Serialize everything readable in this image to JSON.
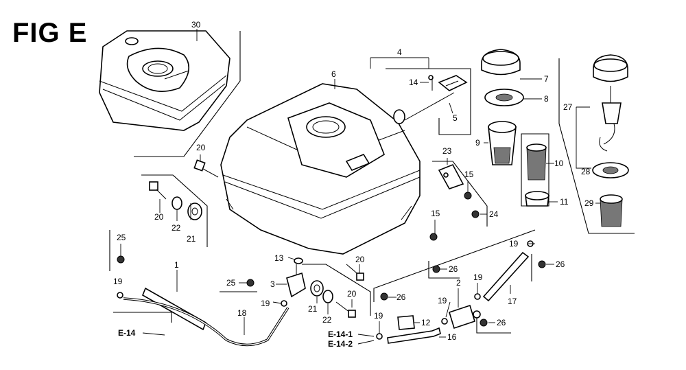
{
  "figure": {
    "title": "FIG E"
  },
  "callouts": {
    "n30": "30",
    "n4": "4",
    "n6": "6",
    "n7": "7",
    "n8": "8",
    "n14": "14",
    "n5": "5",
    "n9": "9",
    "n27": "27",
    "n10": "10",
    "n11": "11",
    "n28": "28",
    "n29": "29",
    "n20a": "20",
    "n23": "23",
    "n15a": "15",
    "n24": "24",
    "n20b": "20",
    "n22a": "22",
    "n21a": "21",
    "n15b": "15",
    "n25a": "25",
    "n1": "1",
    "n13": "13",
    "n20c": "20",
    "n19a": "19",
    "n25b": "25",
    "n3": "3",
    "n19b": "19",
    "n21b": "21",
    "n22b": "22",
    "n20d": "20",
    "n18": "18",
    "n26a": "26",
    "n26b": "26",
    "n26c": "26",
    "n26d": "26",
    "n2": "2",
    "n19c": "19",
    "n19d": "19",
    "n19e": "19",
    "n19f": "19",
    "n17": "17",
    "n12": "12",
    "n16": "16"
  },
  "references": {
    "e14": "E-14",
    "e141": "E-14-1",
    "e142": "E-14-2"
  }
}
